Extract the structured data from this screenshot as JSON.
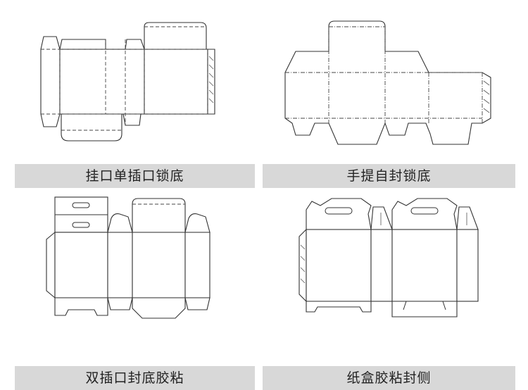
{
  "panels": [
    {
      "label": "挂口单插口锁底"
    },
    {
      "label": "手提自封锁底"
    },
    {
      "label": "双插口封底胶粘"
    },
    {
      "label": "纸盒胶粘封侧"
    }
  ]
}
